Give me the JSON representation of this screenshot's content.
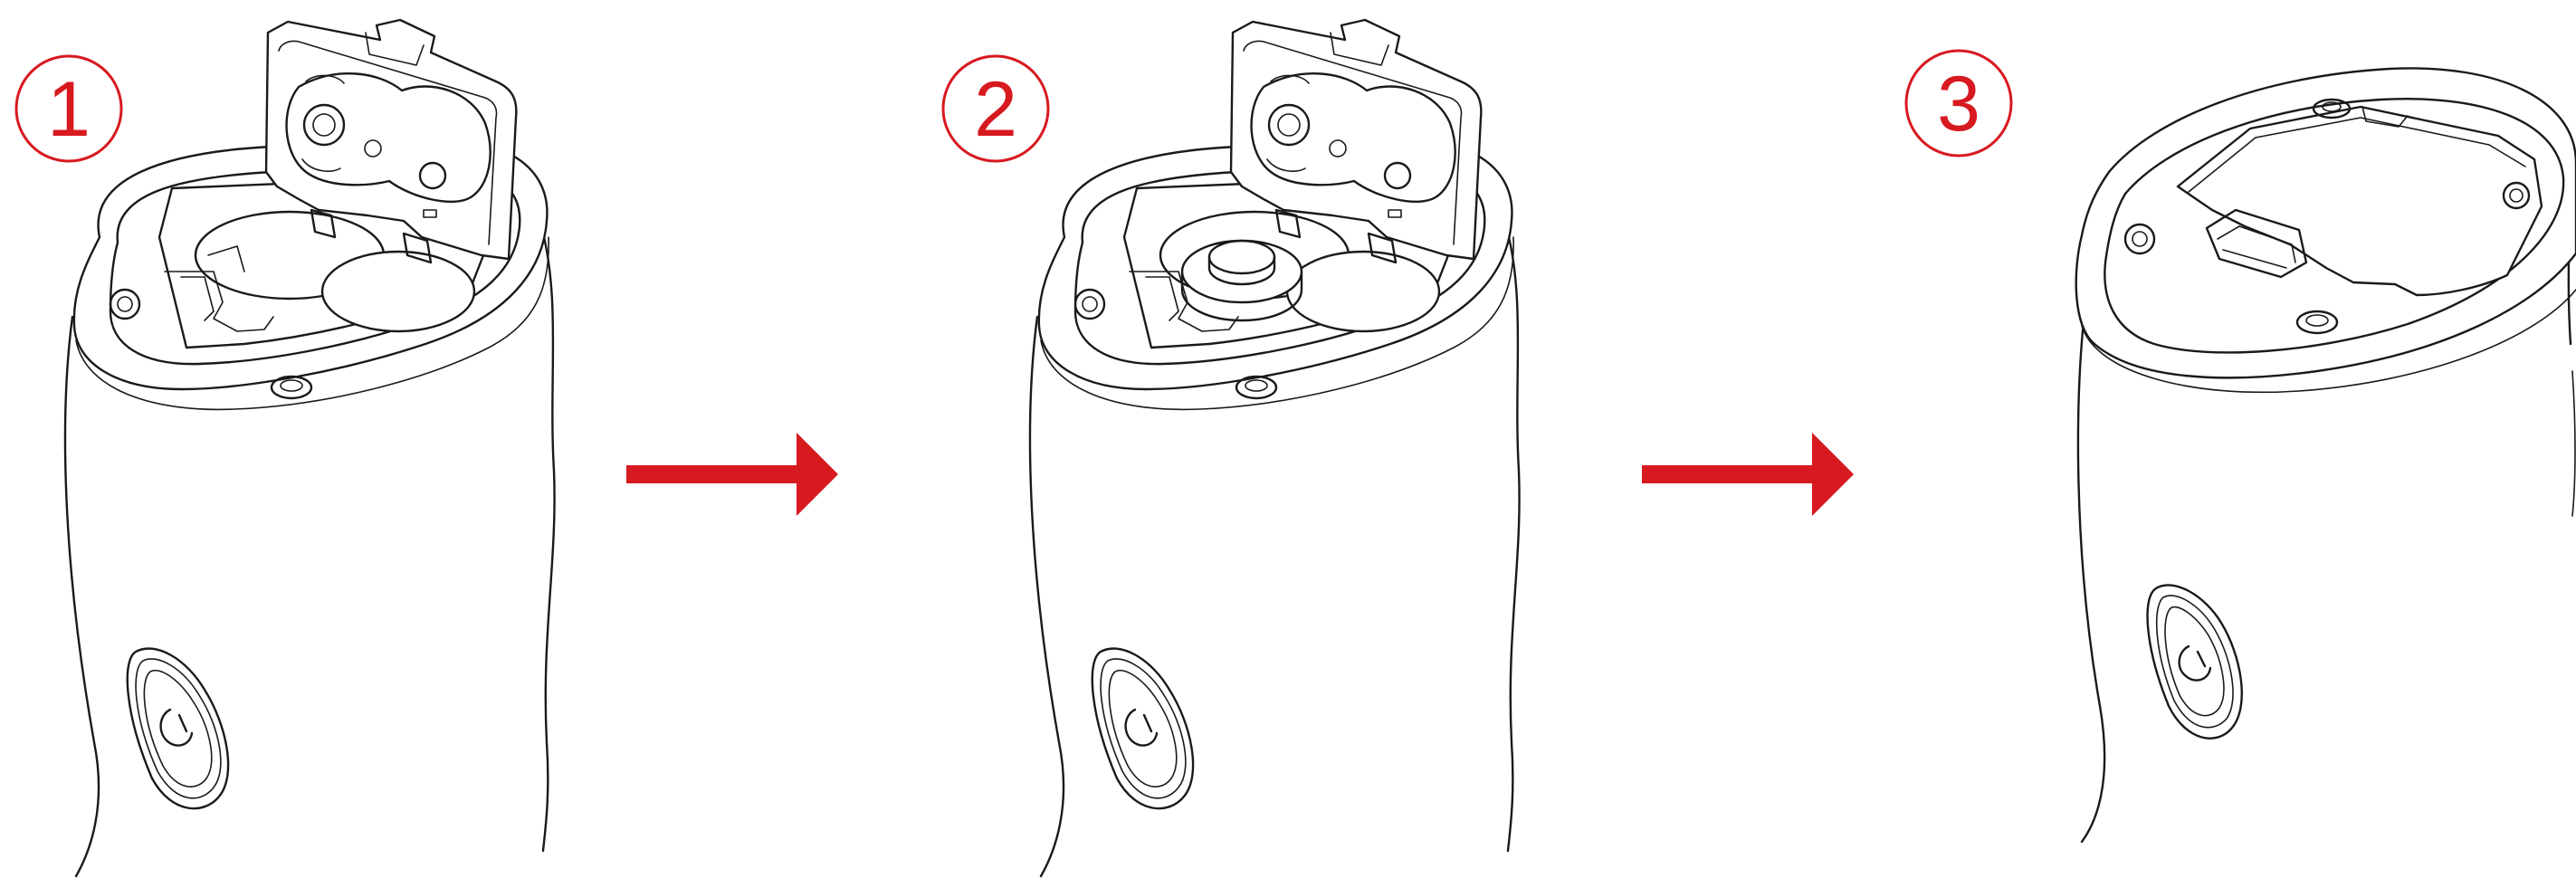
{
  "colors": {
    "accent": "#d71920",
    "line": "#1a1a1a",
    "background": "#ffffff"
  },
  "steps": [
    {
      "number": "1",
      "icon": "battery-compartment-open-empty"
    },
    {
      "number": "2",
      "icon": "battery-compartment-open-with-battery"
    },
    {
      "number": "3",
      "icon": "battery-compartment-closed"
    }
  ],
  "arrows": [
    {
      "icon": "right-arrow-icon"
    },
    {
      "icon": "right-arrow-icon"
    }
  ]
}
